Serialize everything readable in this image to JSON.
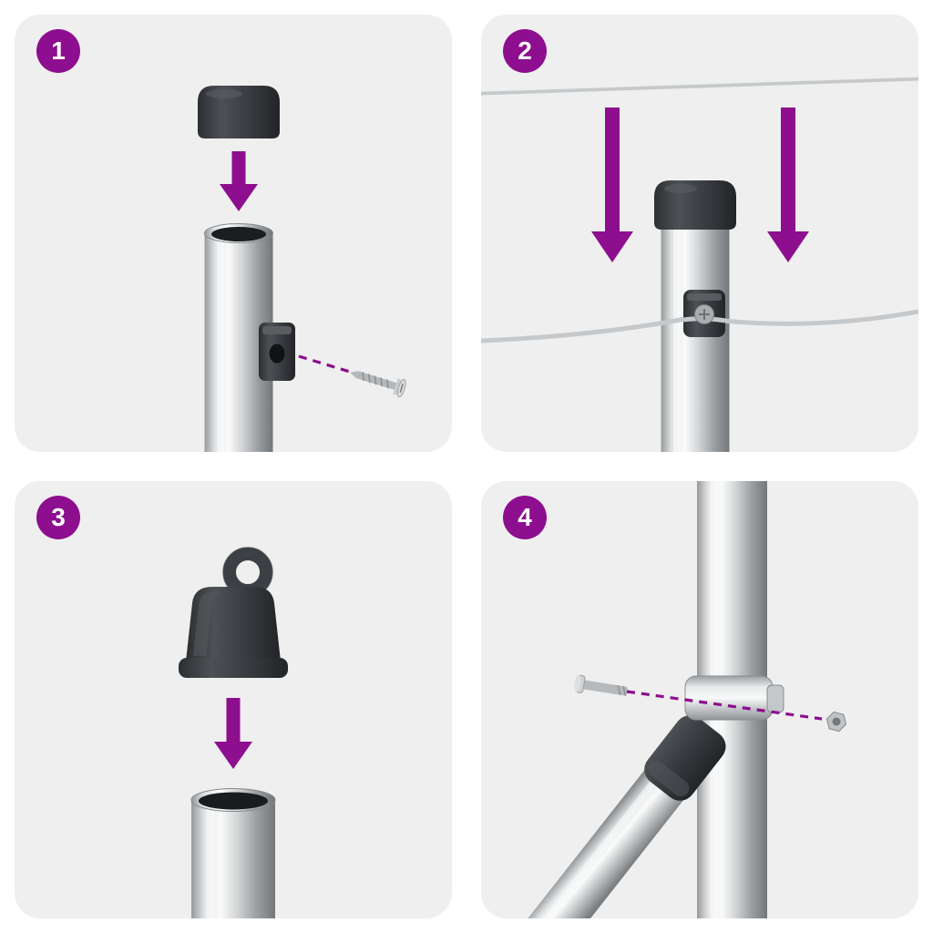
{
  "page": {
    "colors": {
      "page_bg": "#ffffff",
      "panel_bg": "#efefef",
      "accent": "#8d0e8e",
      "badge_text": "#ffffff",
      "hardware_dark": "#3a3e42",
      "metal_mid": "#c2c5c7",
      "wire": "#c6c9cb"
    }
  },
  "steps": [
    {
      "number": "1",
      "parts": [
        "post-cap",
        "down-arrow-icon",
        "metal-post",
        "screw-bracket",
        "screw",
        "dashed-guide-line"
      ]
    },
    {
      "number": "2",
      "parts": [
        "top-tension-wire",
        "down-arrow-icon",
        "down-arrow-icon",
        "capped-post",
        "lower-tension-wire",
        "wire-bracket"
      ]
    },
    {
      "number": "3",
      "parts": [
        "eye-cap",
        "down-arrow-icon",
        "metal-post"
      ]
    },
    {
      "number": "4",
      "parts": [
        "vertical-post",
        "brace-post",
        "brace-socket",
        "post-clamp",
        "bolt",
        "dashed-guide-line",
        "nut"
      ]
    }
  ]
}
